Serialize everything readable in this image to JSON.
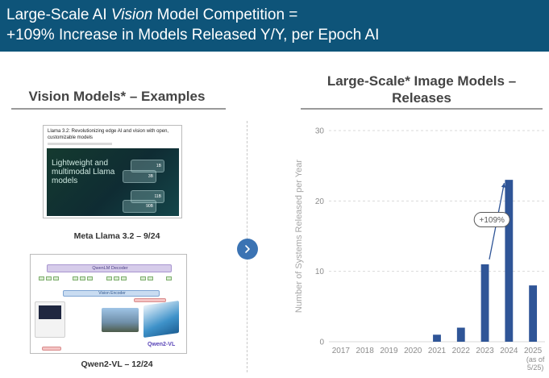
{
  "header": {
    "line1_pre": "Large-Scale AI ",
    "line1_em": "Vision",
    "line1_post": " Model Competition =",
    "line2": "+109% Increase in Models Released Y/Y, per Epoch AI"
  },
  "left": {
    "title": "Vision Models* – Examples",
    "llama": {
      "headline": "Llama 3.2: Revolutionizing edge AI and vision with open, customizable models",
      "big_text": "Lightweight and multimodal Llama models",
      "tile_numbers": [
        "1B",
        "3B",
        "11B",
        "90B"
      ],
      "caption": "Meta Llama 3.2 – 9/24"
    },
    "qwen": {
      "decoder_label": "QwenLM Decoder",
      "encoder_label": "Vision Encoder",
      "logo_text": "Qwen2-VL",
      "caption": "Qwen2-VL – 12/24"
    }
  },
  "right": {
    "title_line1": "Large-Scale* Image Models –",
    "title_line2": "Releases"
  },
  "colors": {
    "banner": "#0e5479",
    "bar": "#2f5597",
    "nav_circle": "#3b73b3"
  },
  "chart_data": {
    "type": "bar",
    "categories": [
      "2017",
      "2018",
      "2019",
      "2020",
      "2021",
      "2022",
      "2023",
      "2024",
      "2025"
    ],
    "category_note": "(as of 5/25)",
    "values": [
      0,
      0,
      0,
      0,
      1,
      2,
      11,
      23,
      8
    ],
    "ylabel": "Number of Systems Released per Year",
    "ylim": [
      0,
      30
    ],
    "yticks": [
      0,
      10,
      20,
      30
    ],
    "grid": true,
    "annotation": {
      "text": "+109%",
      "from_category": "2023",
      "to_category": "2024"
    }
  }
}
